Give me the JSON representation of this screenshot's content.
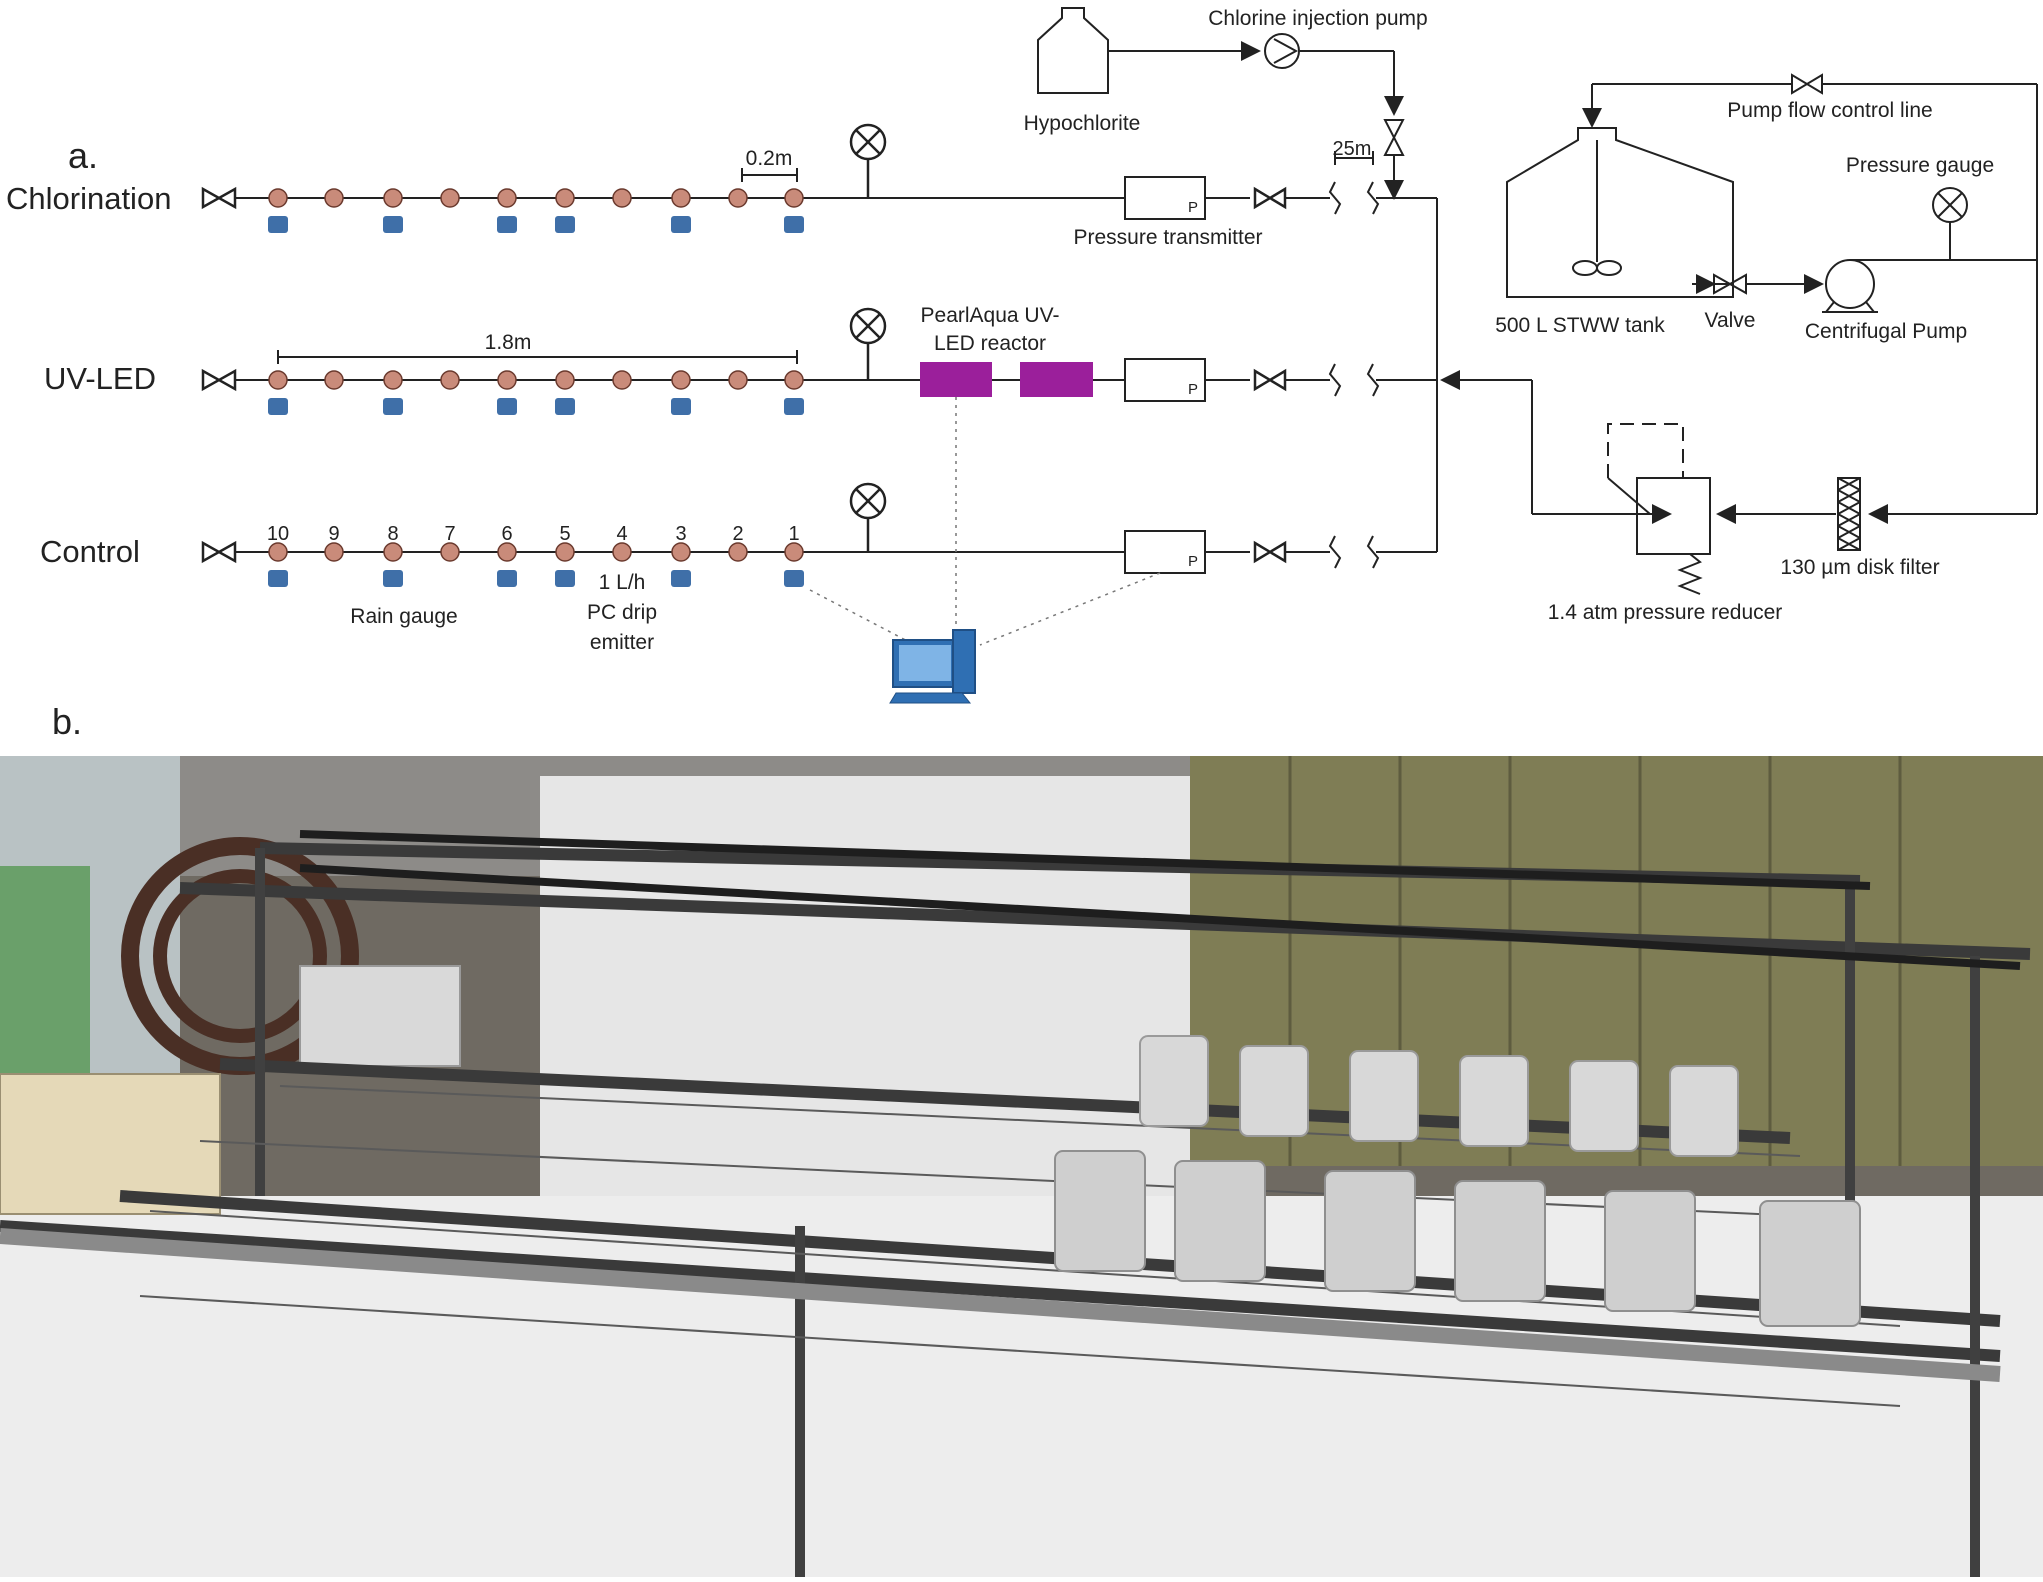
{
  "panels": {
    "a": "a.",
    "b": "b."
  },
  "lines": {
    "chlorination": "Chlorination",
    "uvled": "UV-LED",
    "control": "Control"
  },
  "emitter_numbers": [
    "10",
    "9",
    "8",
    "7",
    "6",
    "5",
    "4",
    "3",
    "2",
    "1"
  ],
  "labels": {
    "spacing_small": "0.2m",
    "lateral_length": "1.8m",
    "pipe_length": "25m",
    "rain_gauge": "Rain gauge",
    "emitter_line1": "1 L/h",
    "emitter_line2": "PC drip",
    "emitter_line3": "emitter",
    "uv_reactor_line1": "PearlAqua UV-",
    "uv_reactor_line2": "LED reactor",
    "pressure_transmitter": "Pressure transmitter",
    "hypochlorite": "Hypochlorite",
    "chlorine_pump": "Chlorine injection pump",
    "pump_flow_line": "Pump flow control line",
    "pressure_gauge": "Pressure gauge",
    "tank": "500 L STWW tank",
    "valve": "Valve",
    "centrifugal_pump": "Centrifugal Pump",
    "disk_filter": "130 µm disk filter",
    "pressure_reducer": "1.4 atm pressure reducer",
    "transmitter_letter": "P"
  },
  "colors": {
    "line": "#222222",
    "emitter": "#c98b7a",
    "rain_gauge": "#3f6fa8",
    "uv_reactor": "#9b1f9b",
    "computer": "#2f6fb3"
  }
}
